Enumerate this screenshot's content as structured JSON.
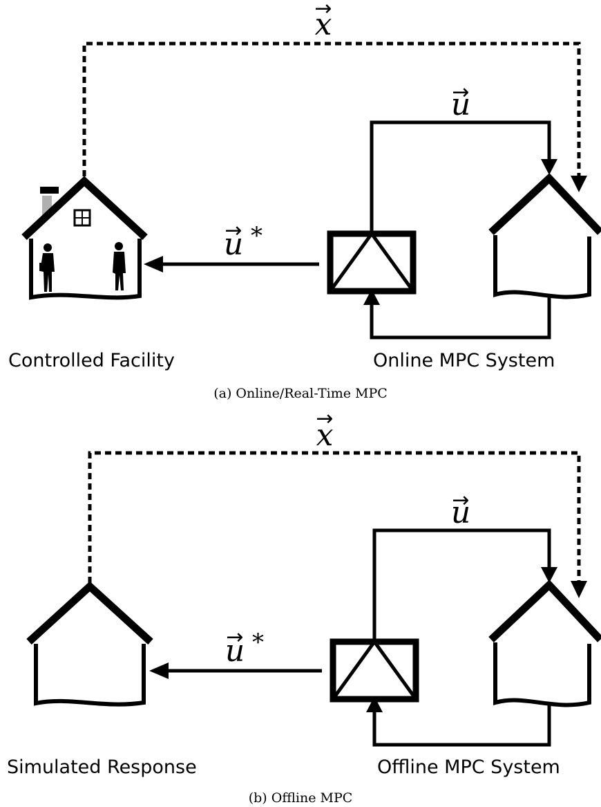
{
  "panel_a": {
    "state_label": "x",
    "input_label": "u",
    "optimal_input_label": "u",
    "optimal_superscript": "*",
    "left_label": "Controlled Facility",
    "right_label": "Online MPC System",
    "caption": "(a) Online/Real-Time MPC"
  },
  "panel_b": {
    "state_label": "x",
    "input_label": "u",
    "optimal_input_label": "u",
    "optimal_superscript": "*",
    "left_label": "Simulated Response",
    "right_label": "Offline MPC System",
    "caption": "(b) Offline MPC"
  },
  "icons": {
    "vector_arrow": "vector-arrow-accent",
    "facility": "house-with-people-icon",
    "model": "house-outline-icon",
    "optimizer": "optimizer-block-icon"
  },
  "colors": {
    "line": "#000000",
    "chimney": "#b0b0b0"
  }
}
